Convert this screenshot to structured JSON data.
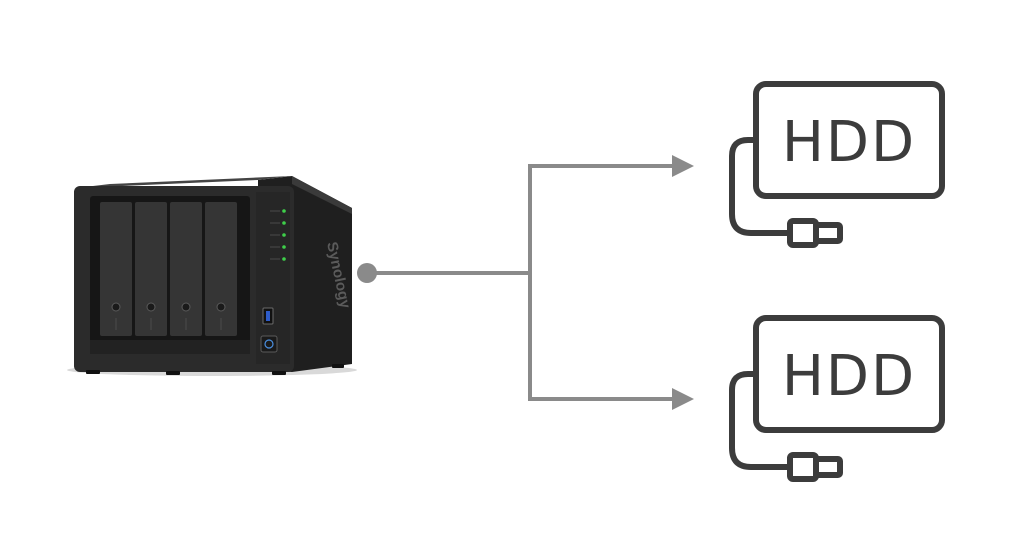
{
  "nas": {
    "brand": "Synology"
  },
  "drives": [
    {
      "label": "HDD",
      "icon": "external-hdd-icon"
    },
    {
      "label": "HDD",
      "icon": "external-hdd-icon"
    }
  ],
  "colors": {
    "connector_line": "#8a8a8a",
    "hdd_outline": "#3c3c3c",
    "nas_body": "#2b2b2b",
    "status_led": "#3ecf4a"
  }
}
